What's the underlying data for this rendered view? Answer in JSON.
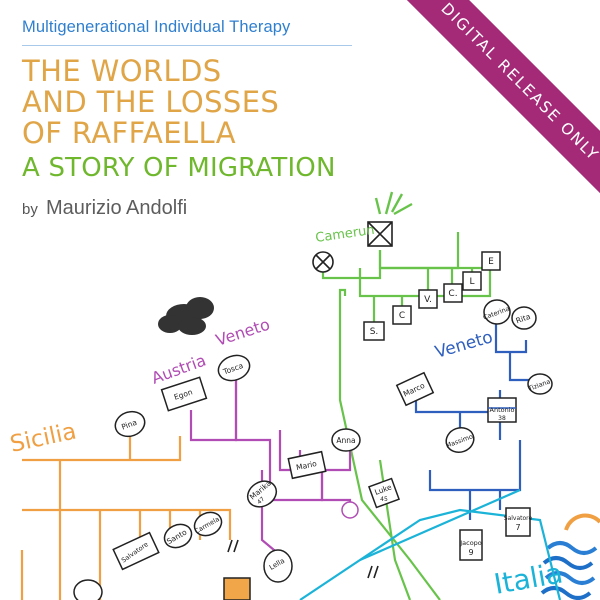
{
  "cover": {
    "series": "Multigenerational Individual Therapy",
    "title_lines": [
      "THE WORLDS",
      "AND THE LOSSES",
      "OF RAFFAELLA"
    ],
    "subtitle": "A STORY OF MIGRATION",
    "by": "by",
    "author": "Maurizio Andolfi",
    "ribbon": "DIGITAL RELEASE ONLY"
  },
  "drawing": {
    "regions": {
      "sicilia": "Sicilia",
      "austria": "Austria",
      "veneto_top": "Veneto",
      "camerun": "Camerun",
      "veneto_right": "Veneto",
      "italia": "Italia"
    },
    "names": {
      "pina": "Pina",
      "egon": "Egon",
      "tosca": "Tosca",
      "marika": "Marika",
      "mario": "Mario",
      "anna": "Anna",
      "salvatore": "Salvatore",
      "santo": "Santo",
      "carmela": "Carmela",
      "lella": "Lella",
      "luke": "Luke",
      "marco": "Marco",
      "caterina": "Caterina",
      "rita": "Rita",
      "massimo": "Massimo",
      "antonio": "Antonio",
      "tiziana": "Tiziana",
      "jacopo": "Jacopo",
      "salvatore2": "Salvatore"
    },
    "camerun_kids": [
      "S.",
      "C",
      "V.",
      "C.",
      "L",
      "E"
    ],
    "ages": {
      "luke": "45",
      "jacopo": "9",
      "salvatore2": "7",
      "antonio": "38",
      "marika": "47"
    },
    "colors": {
      "sicilia": "#f0a043",
      "austria": "#b04cb4",
      "camerun": "#68c34a",
      "veneto": "#2f5fbe",
      "italia": "#1bb3d8",
      "ink": "#222222"
    }
  }
}
